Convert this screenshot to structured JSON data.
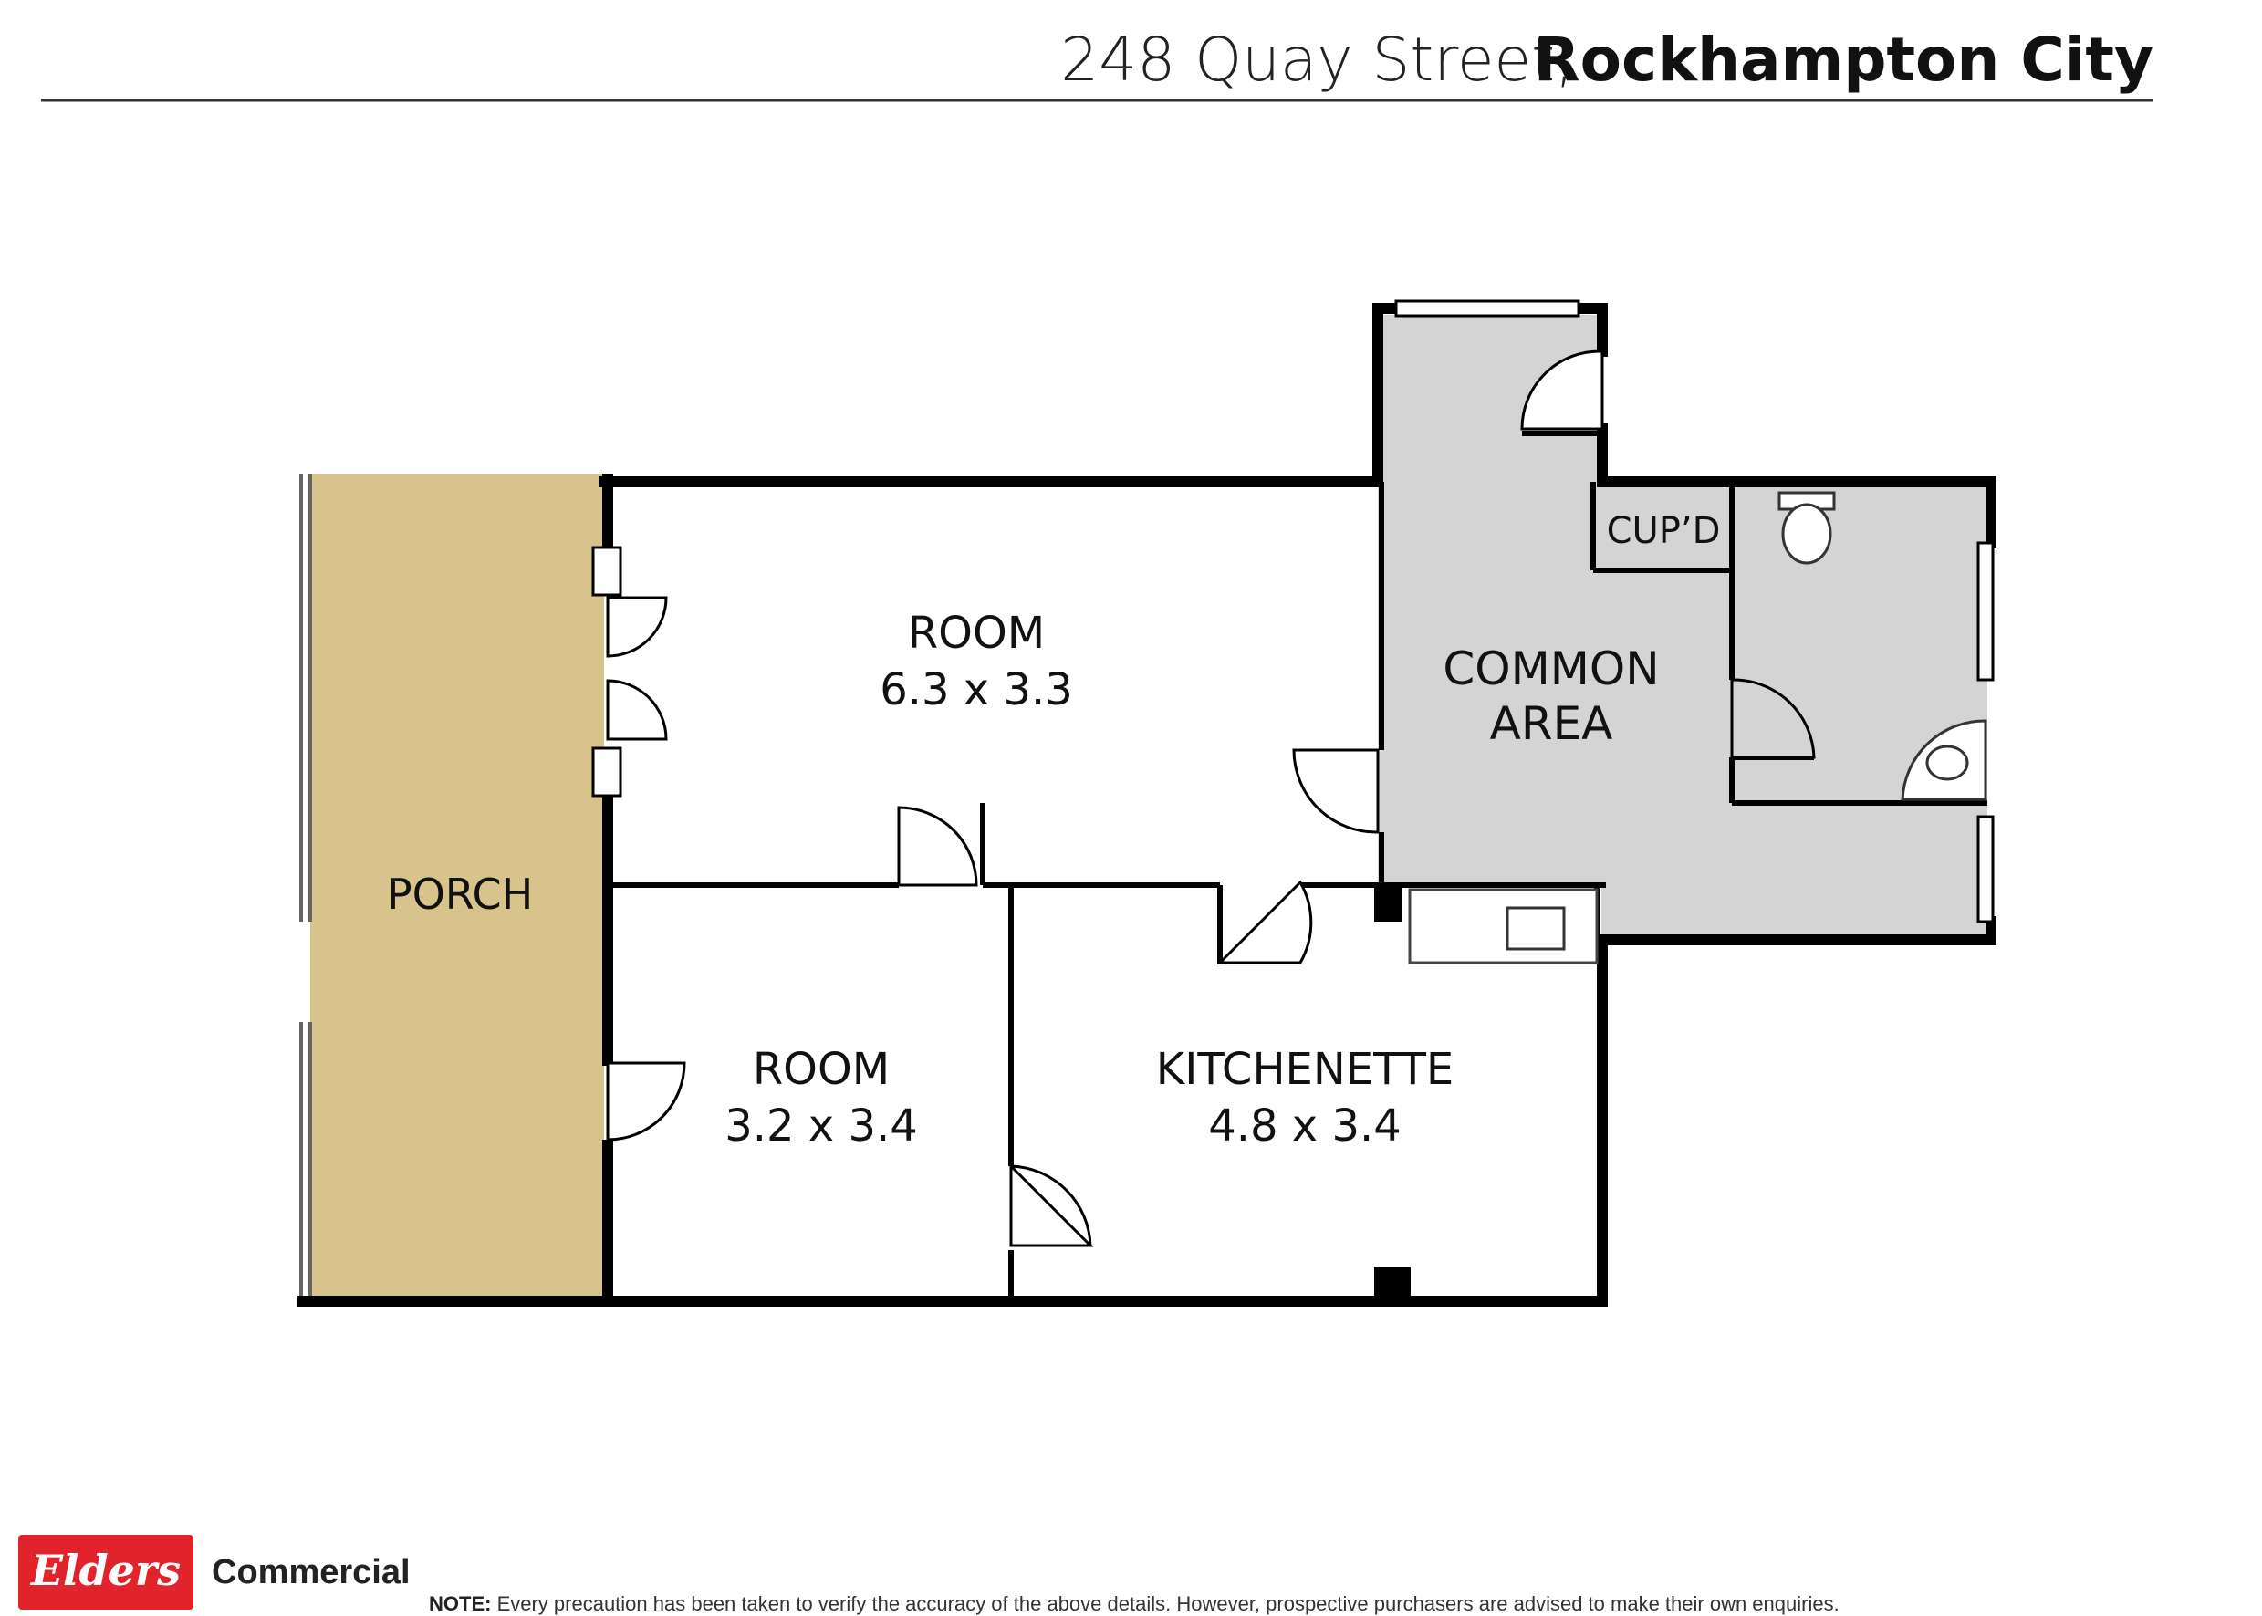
{
  "header": {
    "address": "248 Quay Street,",
    "suburb": "Rockhampton City"
  },
  "rooms": {
    "porch": {
      "name": "PORCH"
    },
    "room_main": {
      "name": "ROOM",
      "dims": "6.3 x 3.3"
    },
    "room_small": {
      "name": "ROOM",
      "dims": "3.2 x 3.4"
    },
    "kitchenette": {
      "name": "KITCHENETTE",
      "dims": "4.8 x 3.4"
    },
    "common_area": {
      "line1": "COMMON",
      "line2": "AREA"
    },
    "cupboard": {
      "name": "CUP’D"
    }
  },
  "footer": {
    "logo_text": "Elders",
    "brand": "Commercial",
    "note_label": "NOTE:",
    "note_text": " Every precaution has been taken to verify the accuracy of the above details. However, prospective purchasers are advised to make their own enquiries."
  },
  "colors": {
    "porch": "#d8c38c",
    "common": "#d4d4d4",
    "wall": "#000000",
    "logo_red": "#e1232b"
  }
}
